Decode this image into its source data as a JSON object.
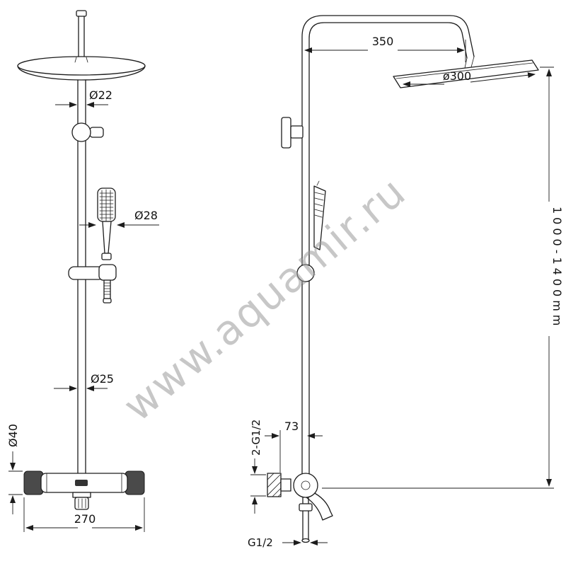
{
  "page": {
    "background": "#ffffff",
    "line_color": "#1c1c1c"
  },
  "watermark": {
    "text": "www.aquamir.ru",
    "color": "#9a9a9a"
  },
  "front_view": {
    "dims": {
      "pipe_top": "Ø22",
      "hand_shower": "Ø28",
      "riser": "Ø25",
      "mixer_body": "Ø40",
      "mixer_width": "270"
    }
  },
  "side_view": {
    "dims": {
      "arm_length": "350",
      "head_diameter": "ø300",
      "height_range": "1000-1400mm",
      "wall_offset": "73",
      "inlet_thread": "2-G1/2",
      "outlet_thread": "G1/2"
    }
  }
}
